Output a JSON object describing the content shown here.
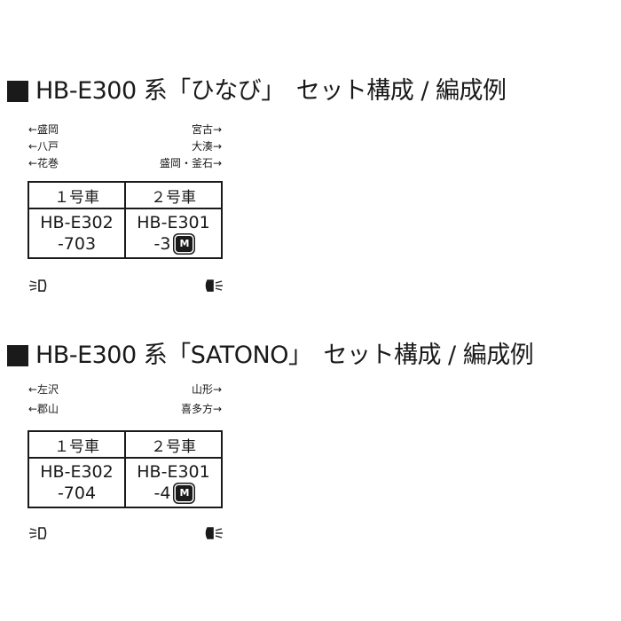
{
  "sections": [
    {
      "title": "HB-E300 系「ひなび」　セット構成 / 編成例",
      "directions_left": [
        "←盛岡",
        "←八戸",
        "←花巻"
      ],
      "directions_right": [
        "宮古→",
        "大湊→",
        "盛岡・釜石→"
      ],
      "cars": [
        {
          "header": "１号車",
          "model": "HB-E302",
          "number": "-703",
          "motor": false
        },
        {
          "header": "２号車",
          "model": "HB-E301",
          "number": "-3",
          "motor": true
        }
      ],
      "motor_label": "M",
      "left_lamp_icon": "headlight-icon",
      "right_lamp_icon": "headlight-icon"
    },
    {
      "title": "HB-E300 系「SATONO」　セット構成 / 編成例",
      "directions_left": [
        "←左沢",
        "←郡山"
      ],
      "directions_right": [
        "山形→",
        "喜多方→"
      ],
      "cars": [
        {
          "header": "１号車",
          "model": "HB-E302",
          "number": "-704",
          "motor": false
        },
        {
          "header": "２号車",
          "model": "HB-E301",
          "number": "-4",
          "motor": true
        }
      ],
      "motor_label": "M",
      "left_lamp_icon": "headlight-icon",
      "right_lamp_icon": "headlight-icon"
    }
  ]
}
